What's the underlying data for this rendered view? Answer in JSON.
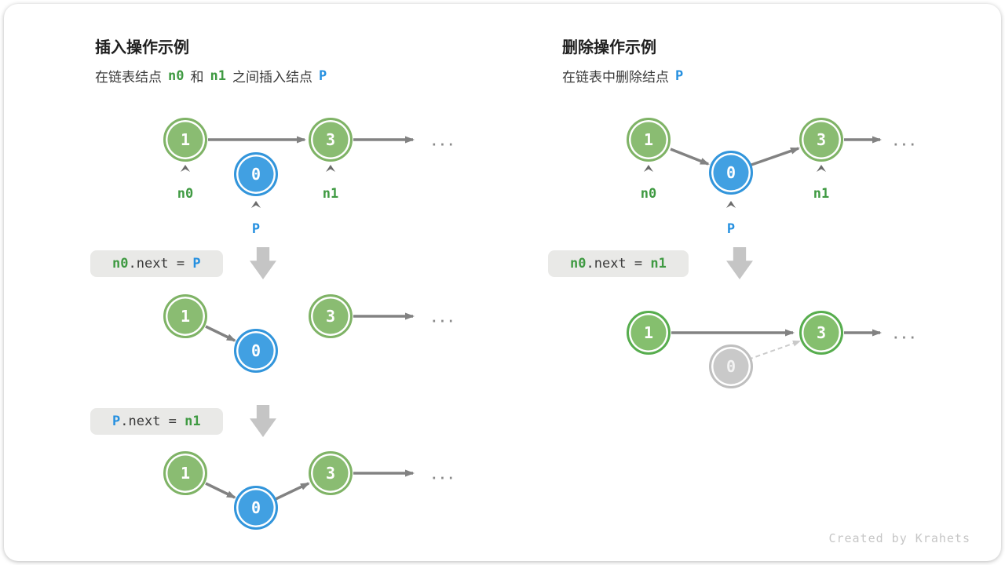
{
  "panels": {
    "insert": {
      "title": "插入操作示例",
      "subtitle": {
        "t1": "在链表结点",
        "n0": "n0",
        "t2": "和",
        "n1": "n1",
        "t3": "之间插入结点",
        "p": "P"
      },
      "code_step1": {
        "lhs": "n0",
        "op": ".next = ",
        "rhs": "P"
      },
      "code_step2": {
        "lhs": "P",
        "op": ".next = ",
        "rhs": "n1"
      }
    },
    "delete": {
      "title": "删除操作示例",
      "subtitle": {
        "t1": "在链表中删除结点",
        "p": "P"
      },
      "code_step1": {
        "lhs": "n0",
        "op": ".next = ",
        "rhs": "n1"
      }
    }
  },
  "node_values": {
    "one": "1",
    "zero": "0",
    "three": "3"
  },
  "pointer_labels": {
    "n0": "n0",
    "n1": "n1",
    "p": "P"
  },
  "ellipsis": "...",
  "footer": "Created by Krahets",
  "colors": {
    "node_green_fill": "#8abc72",
    "node_green_border": "#7fb366",
    "node_green_highlight_border": "#57ad4e",
    "node_blue_fill": "#41a0e2",
    "node_gray_fill": "#c9c9c9",
    "arrow_gray": "#828282",
    "dashed_gray": "#cccccc",
    "code_green": "#3f9a42",
    "code_blue": "#2590e0",
    "codebox_bg": "#e9e9e7",
    "block_arrow": "#c5c5c5"
  }
}
